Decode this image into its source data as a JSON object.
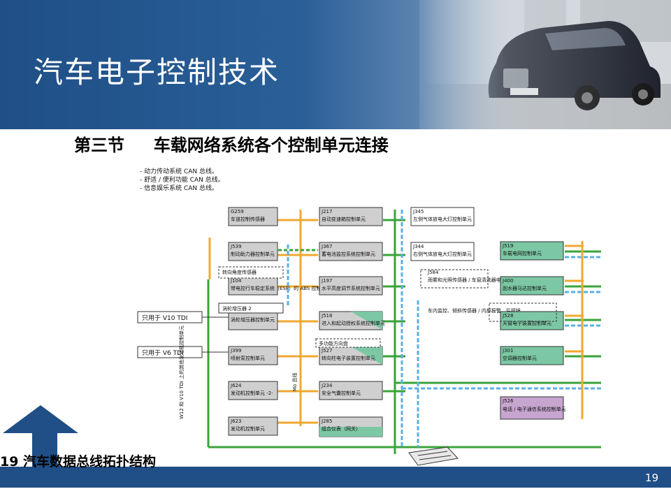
{
  "slide": {
    "title": "汽车电子控制技术",
    "section": "第三节     车载网络系统各个控制单元连接",
    "caption": "19  汽车数据总线拓扑结构",
    "page_number": "19"
  },
  "legend": [
    "- 动力传动系统 CAN 总线。",
    "- 舒适 / 便利功能 CAN 总线。",
    "- 信息娱乐系统 CAN 总线。"
  ],
  "colors": {
    "header_blue": "#1f4f86",
    "powertrain_bus": "#f0a830",
    "comfort_bus": "#3aa33a",
    "infotainment_bus": "#5ab0e6",
    "box_grey": "#cfcfcf",
    "box_green": "#7cc7a4",
    "box_purple": "#c6a5cf"
  },
  "diagram": {
    "col1": [
      {
        "code": "G259",
        "text": "车道控制传感器"
      },
      {
        "code": "J539",
        "text": "制动助力器控制单元"
      },
      {
        "code": "J104",
        "text": "带电控行车稳定系统（ESP）的 ABS 控制单元"
      },
      {
        "code": "",
        "text": "涡轮增压器控制单元"
      },
      {
        "code": "J399",
        "text": "喷射泵控制单元"
      },
      {
        "code": "J624",
        "text": "发动机控制单元 -2-"
      },
      {
        "code": "J623",
        "text": "发动机控制单元"
      }
    ],
    "col2": [
      {
        "code": "J217",
        "text": "自动变速箱控制单元"
      },
      {
        "code": "J367",
        "text": "蓄电池监控系统控制单元"
      },
      {
        "code": "J197",
        "text": "水平高度调节系统控制单元"
      },
      {
        "code": "J518",
        "text": "进入和起动授权系统控制单元"
      },
      {
        "code": "J527",
        "text": "转向柱电子装置控制单元"
      },
      {
        "code": "J234",
        "text": "安全气囊控制单元"
      },
      {
        "code": "J285",
        "text": "组合仪表（网关）"
      }
    ],
    "col3": [
      {
        "code": "J345",
        "text": "左侧气体放电大灯控制单元"
      },
      {
        "code": "J344",
        "text": "右侧气体放电大灯控制单元"
      },
      {
        "code": "J584",
        "text": "雨雾和光照传感器 / 车窗清洗器电机控制单元"
      },
      {
        "code": "",
        "text": "车内监控、倾斜传感器 / 内部报警、后视镜"
      }
    ],
    "col4": [
      {
        "code": "J519",
        "text": "车载电网控制单元"
      },
      {
        "code": "J400",
        "text": "刮水器马达控制单元"
      },
      {
        "code": "J528",
        "text": "天窗电子装置控制单元"
      },
      {
        "code": "J301",
        "text": "空调器控制单元"
      },
      {
        "code": "J526",
        "text": "电话 / 电子通信系统控制单元"
      }
    ],
    "annotations": {
      "sensor_top": "转向角度传感器",
      "turbo": "涡轮增压器 2",
      "only_v10": "只用于 V10 TDI",
      "only_v6": "只用于 V6 TDI",
      "steering": "多功能方向盘",
      "vert_text": "W12 和 V10 TDI 上的其他发动机控制单元",
      "vert_label": "Mo 总线"
    }
  }
}
